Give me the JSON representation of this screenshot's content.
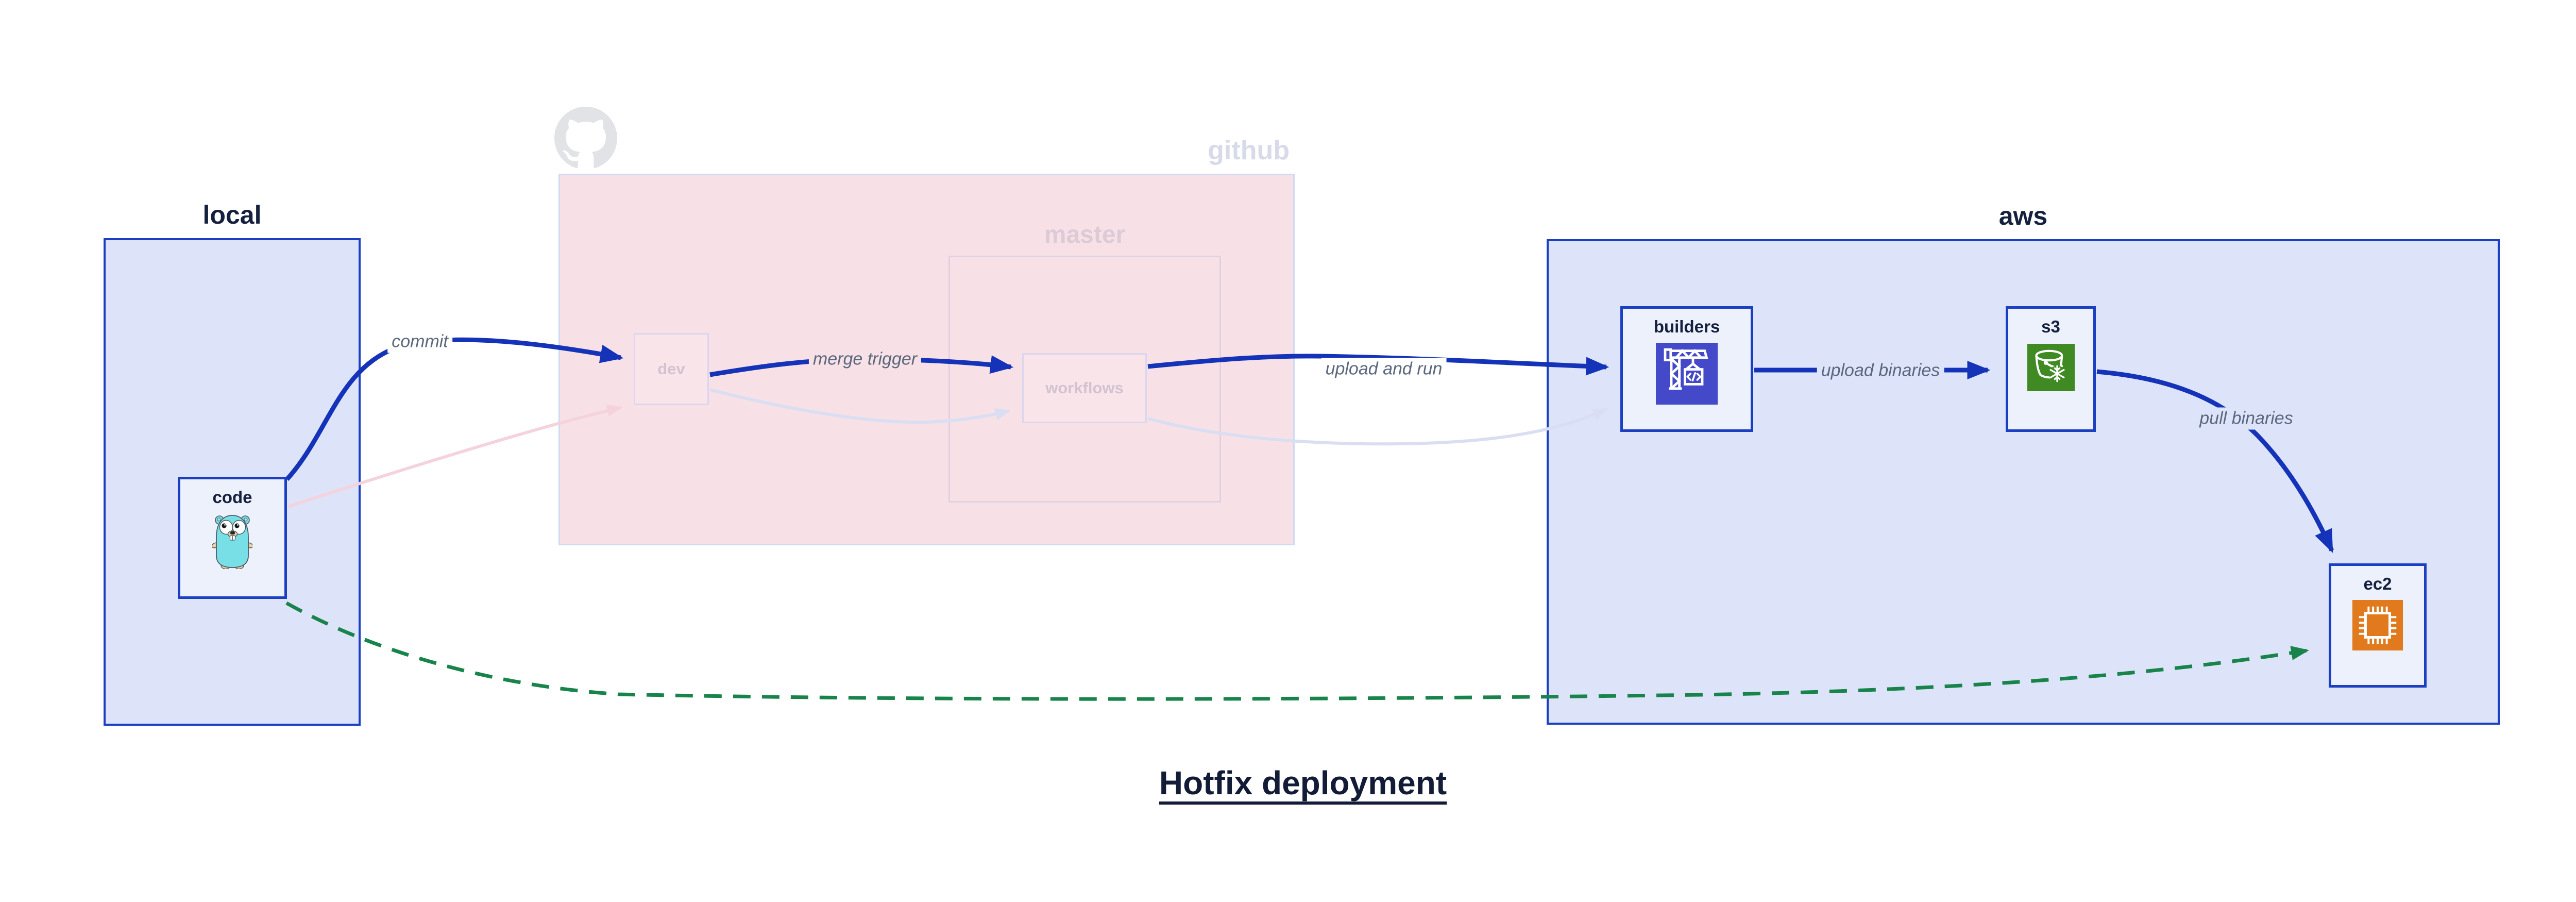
{
  "diagram": {
    "title": "Hotfix deployment",
    "clusters": {
      "local": {
        "label": "local"
      },
      "github": {
        "label": "github",
        "icon": "octocat-icon"
      },
      "master": {
        "label": "master",
        "parent": "github"
      },
      "aws": {
        "label": "aws"
      }
    },
    "nodes": {
      "code": {
        "label": "code",
        "icon": "gopher-icon",
        "cluster": "local",
        "faded": false
      },
      "dev": {
        "label": "dev",
        "icon": null,
        "cluster": "github",
        "faded": true
      },
      "workflows": {
        "label": "workflows",
        "icon": null,
        "cluster": "master",
        "faded": true
      },
      "builders": {
        "label": "builders",
        "icon": "codebuild-crane-icon",
        "cluster": "aws",
        "faded": false
      },
      "s3": {
        "label": "s3",
        "icon": "s3-bucket-icon",
        "cluster": "aws",
        "faded": false
      },
      "ec2": {
        "label": "ec2",
        "icon": "ec2-chip-icon",
        "cluster": "aws",
        "faded": false
      }
    },
    "edges": [
      {
        "id": "commit",
        "from": "code",
        "to": "dev",
        "label": "commit",
        "style": "solid-blue"
      },
      {
        "id": "merge-trigger",
        "from": "dev",
        "to": "workflows",
        "label": "merge trigger",
        "style": "solid-blue"
      },
      {
        "id": "upload-and-run",
        "from": "workflows",
        "to": "builders",
        "label": "upload and run",
        "style": "solid-blue"
      },
      {
        "id": "upload-binaries",
        "from": "builders",
        "to": "s3",
        "label": "upload binaries",
        "style": "solid-blue"
      },
      {
        "id": "pull-binaries",
        "from": "s3",
        "to": "ec2",
        "label": "pull binaries",
        "style": "solid-blue"
      },
      {
        "id": "hotfix-direct",
        "from": "code",
        "to": "ec2",
        "label": "",
        "style": "dashed-green"
      },
      {
        "id": "code-dev-faded",
        "from": "code",
        "to": "dev",
        "label": "",
        "style": "faded-pink"
      },
      {
        "id": "dev-workflows-faded",
        "from": "dev",
        "to": "workflows",
        "label": "",
        "style": "faded-lavender"
      },
      {
        "id": "workflows-builders-faded",
        "from": "workflows",
        "to": "builders",
        "label": "",
        "style": "faded-lavender"
      }
    ],
    "colors": {
      "cluster_fill_blue": "#dde4f9",
      "cluster_fill_pink": "#f7e1e6",
      "strong_border_blue": "#1b3fc3",
      "arrow_blue": "#1433b9",
      "arrow_green": "#18834a",
      "faded_pink_edge": "#f5d3dc",
      "faded_lavender_edge": "#dadef2",
      "codebuild_icon_bg": "#4349c8",
      "s3_icon_bg": "#3f8a22",
      "ec2_icon_bg": "#e07a1d",
      "gopher_teal": "#79dfe6",
      "dark_navy_text": "#15203e",
      "faded_label_text": "#d3c3d1",
      "edge_label_text": "#5b677d"
    }
  }
}
